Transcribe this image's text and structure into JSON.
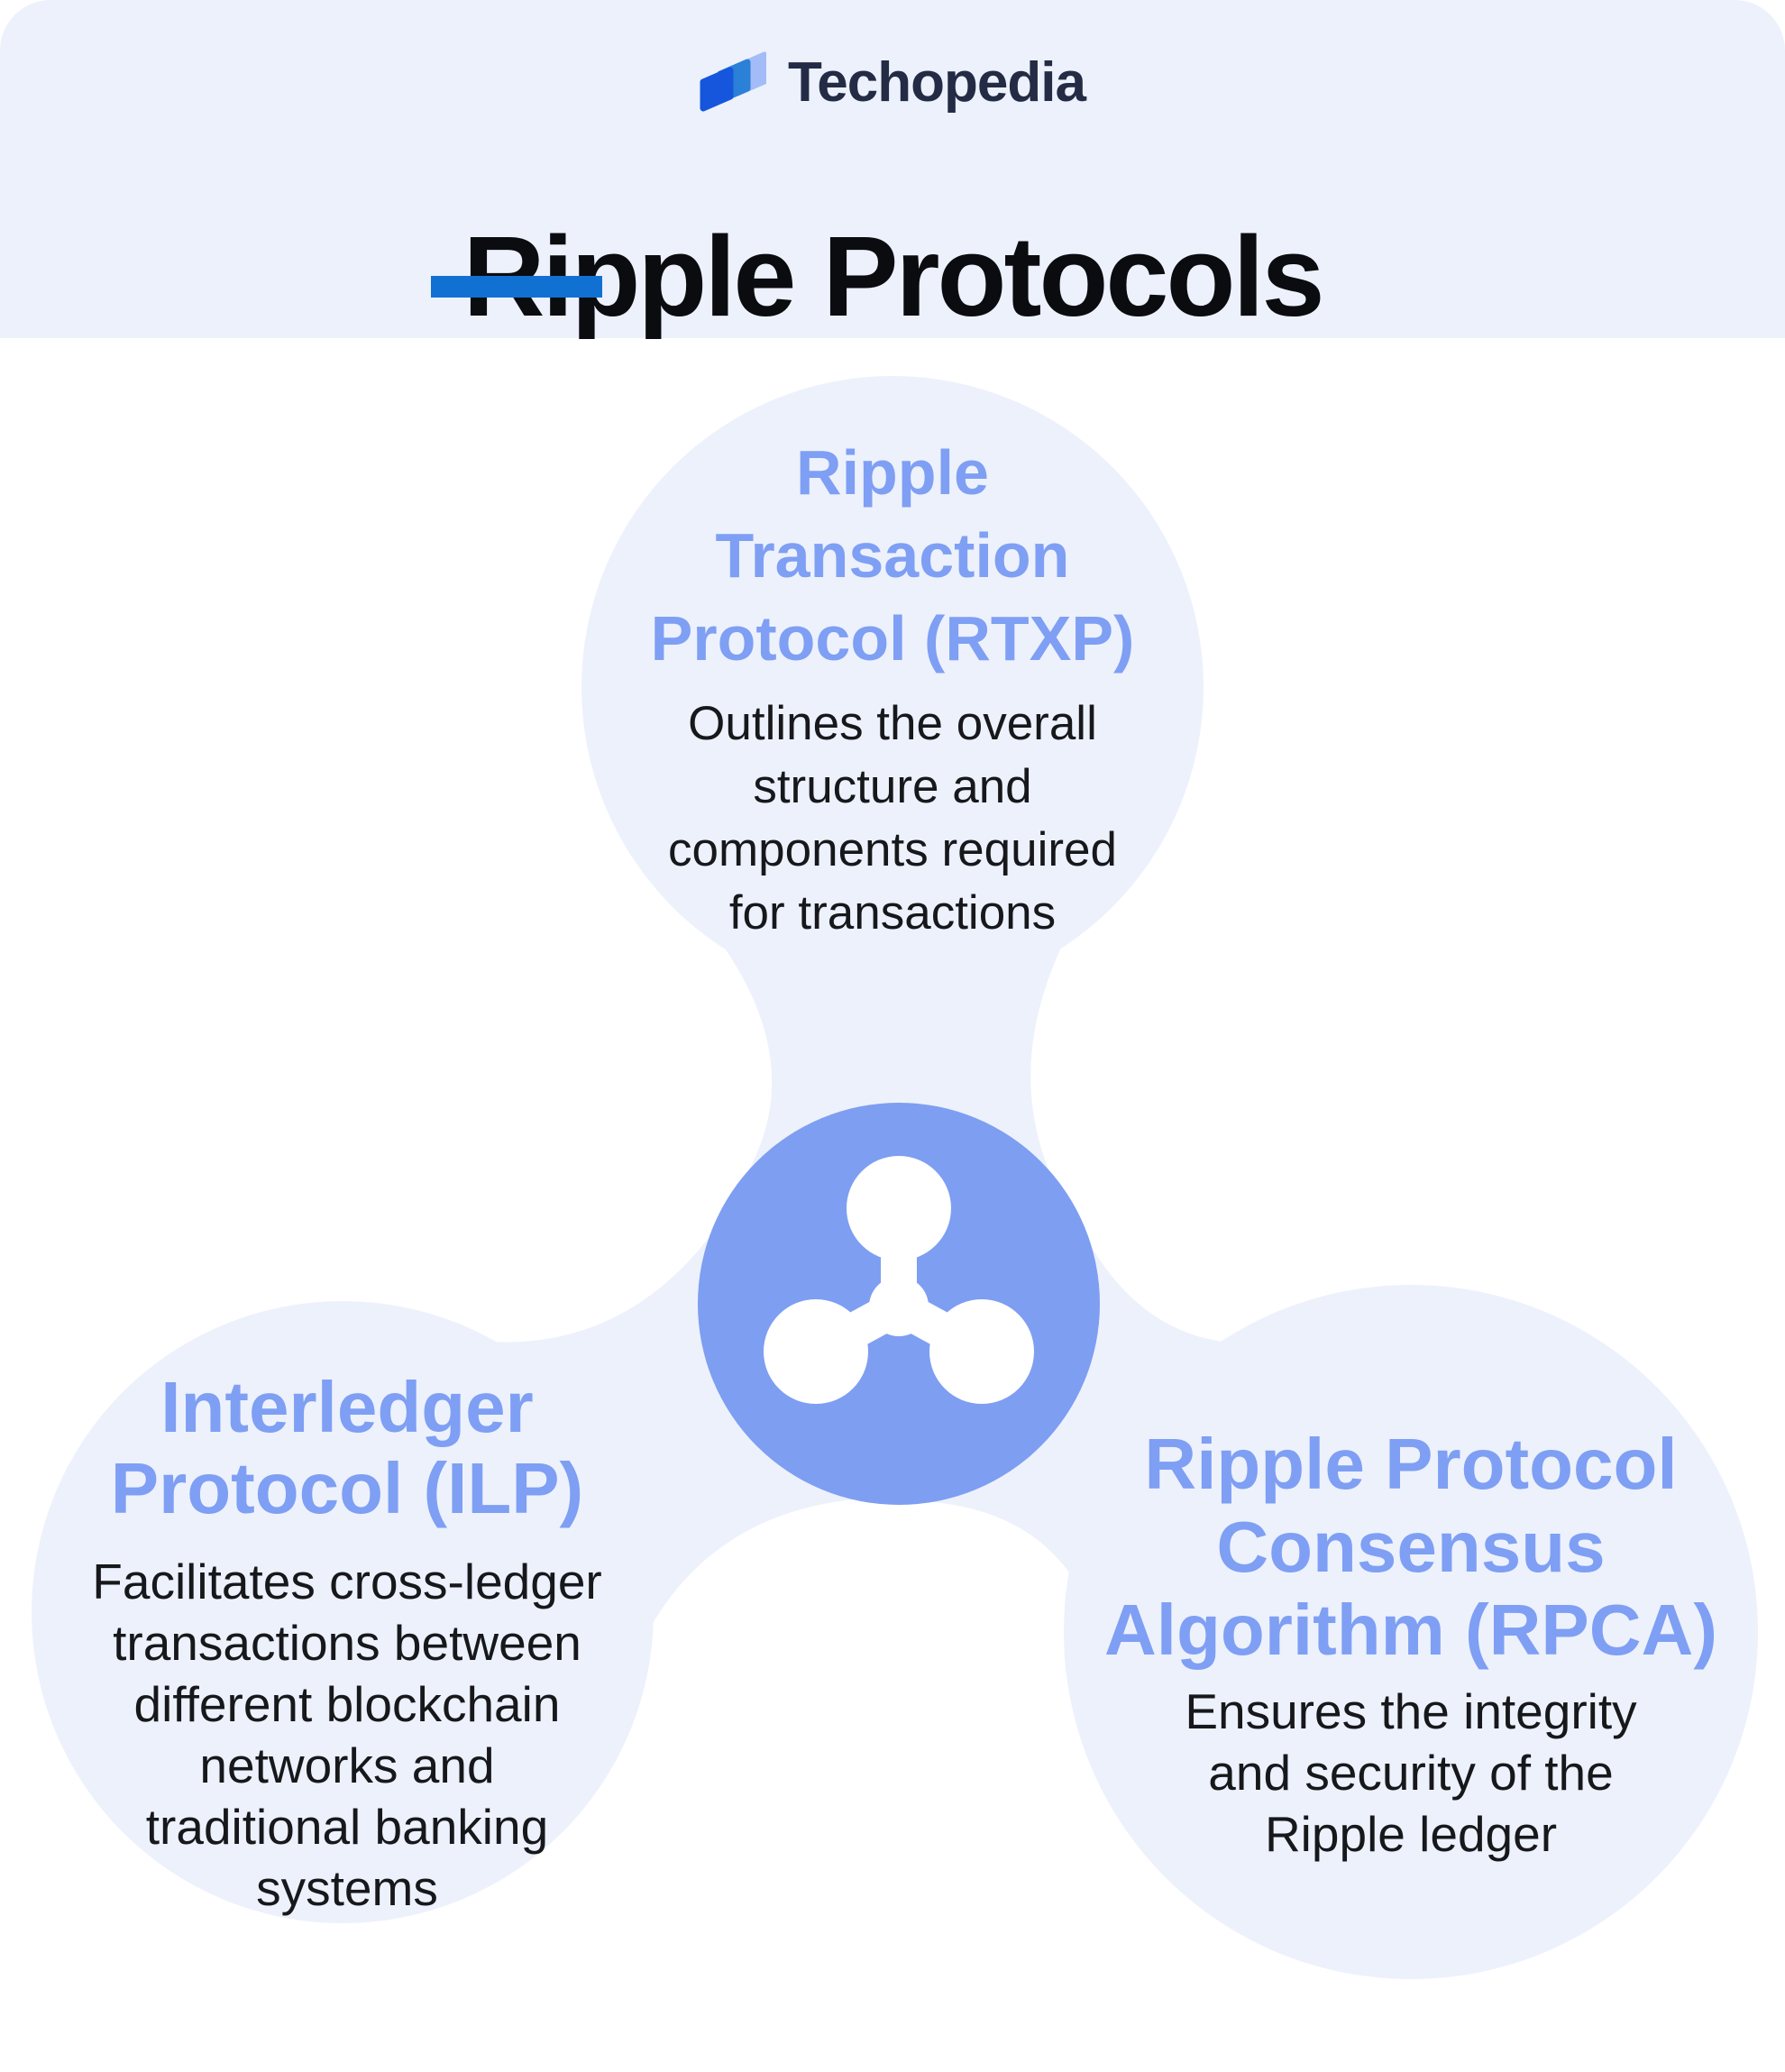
{
  "brand": {
    "name": "Techopedia",
    "logo_icon": "techopedia-logo-icon",
    "mark_colors": {
      "left": "#1556dd",
      "middle": "#2b80d8",
      "right": "#a3bcf7"
    },
    "text_color": "#232b45"
  },
  "header": {
    "title": "Ripple Protocols",
    "underline_color": "#1171d3",
    "background": "#edf1fc"
  },
  "diagram": {
    "center_icon": "ripple-logo-icon",
    "center_circle_color": "#7e9ef2",
    "bubble_color": "#edf1fc",
    "heading_color": "#7e9ff3",
    "body_color": "#17181b",
    "nodes": [
      {
        "id": "rtxp",
        "position": "top",
        "heading_lines": [
          "Ripple",
          "Transaction",
          "Protocol (RTXP)"
        ],
        "description_lines": [
          "Outlines the overall",
          "structure and",
          "components required",
          "for transactions"
        ]
      },
      {
        "id": "ilp",
        "position": "bottom-left",
        "heading_lines": [
          "Interledger",
          "Protocol (ILP)"
        ],
        "description_lines": [
          "Facilitates cross-ledger",
          "transactions between",
          "different blockchain",
          "networks and",
          "traditional banking",
          "systems"
        ]
      },
      {
        "id": "rpca",
        "position": "bottom-right",
        "heading_lines": [
          "Ripple Protocol",
          "Consensus",
          "Algorithm (RPCA)"
        ],
        "description_lines": [
          "Ensures the integrity",
          "and security of the",
          "Ripple ledger"
        ]
      }
    ]
  }
}
